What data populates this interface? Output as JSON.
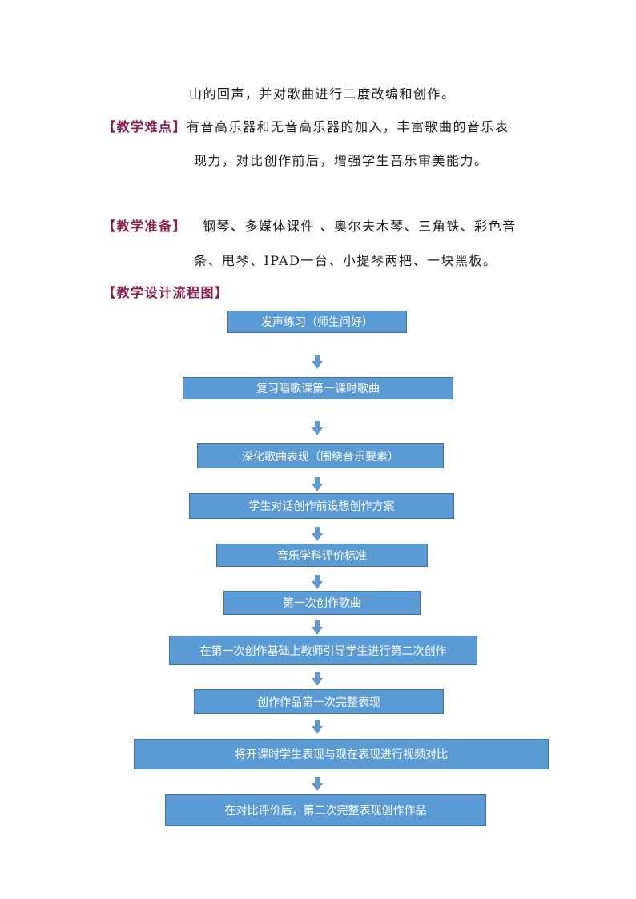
{
  "paragraphs": {
    "continuation": "山的回声，并对歌曲进行二度改编和创作。",
    "difficulty": {
      "label": "【教学难点】",
      "line1": "有音高乐器和无音高乐器的加入，丰富歌曲的音乐表",
      "line2": "现力，对比创作前后，增强学生音乐审美能力。"
    },
    "preparation": {
      "label": "【教学准备】",
      "line1": "钢琴、多媒体课件 、奥尔夫木琴、三角铁、彩色音",
      "line2": "条、甩琴、IPAD一台、小提琴两把、一块黑板。"
    },
    "flow_title": "【教学设计流程图】"
  },
  "flowchart": {
    "box_color": "#5b9bd5",
    "steps": [
      "发声练习（师生问好）",
      "复习唱歌课第一课时歌曲",
      "深化歌曲表现（围绕音乐要素）",
      "学生对话创作前设想创作方案",
      "音乐学科评价标准",
      "第一次创作歌曲",
      "在第一次创作基础上教师引导学生进行第二次创作",
      "创作作品第一次完整表现",
      "将开课时学生表现与现在表现进行视频对比",
      "在对比评价后，第二次完整表现创作作品"
    ]
  }
}
